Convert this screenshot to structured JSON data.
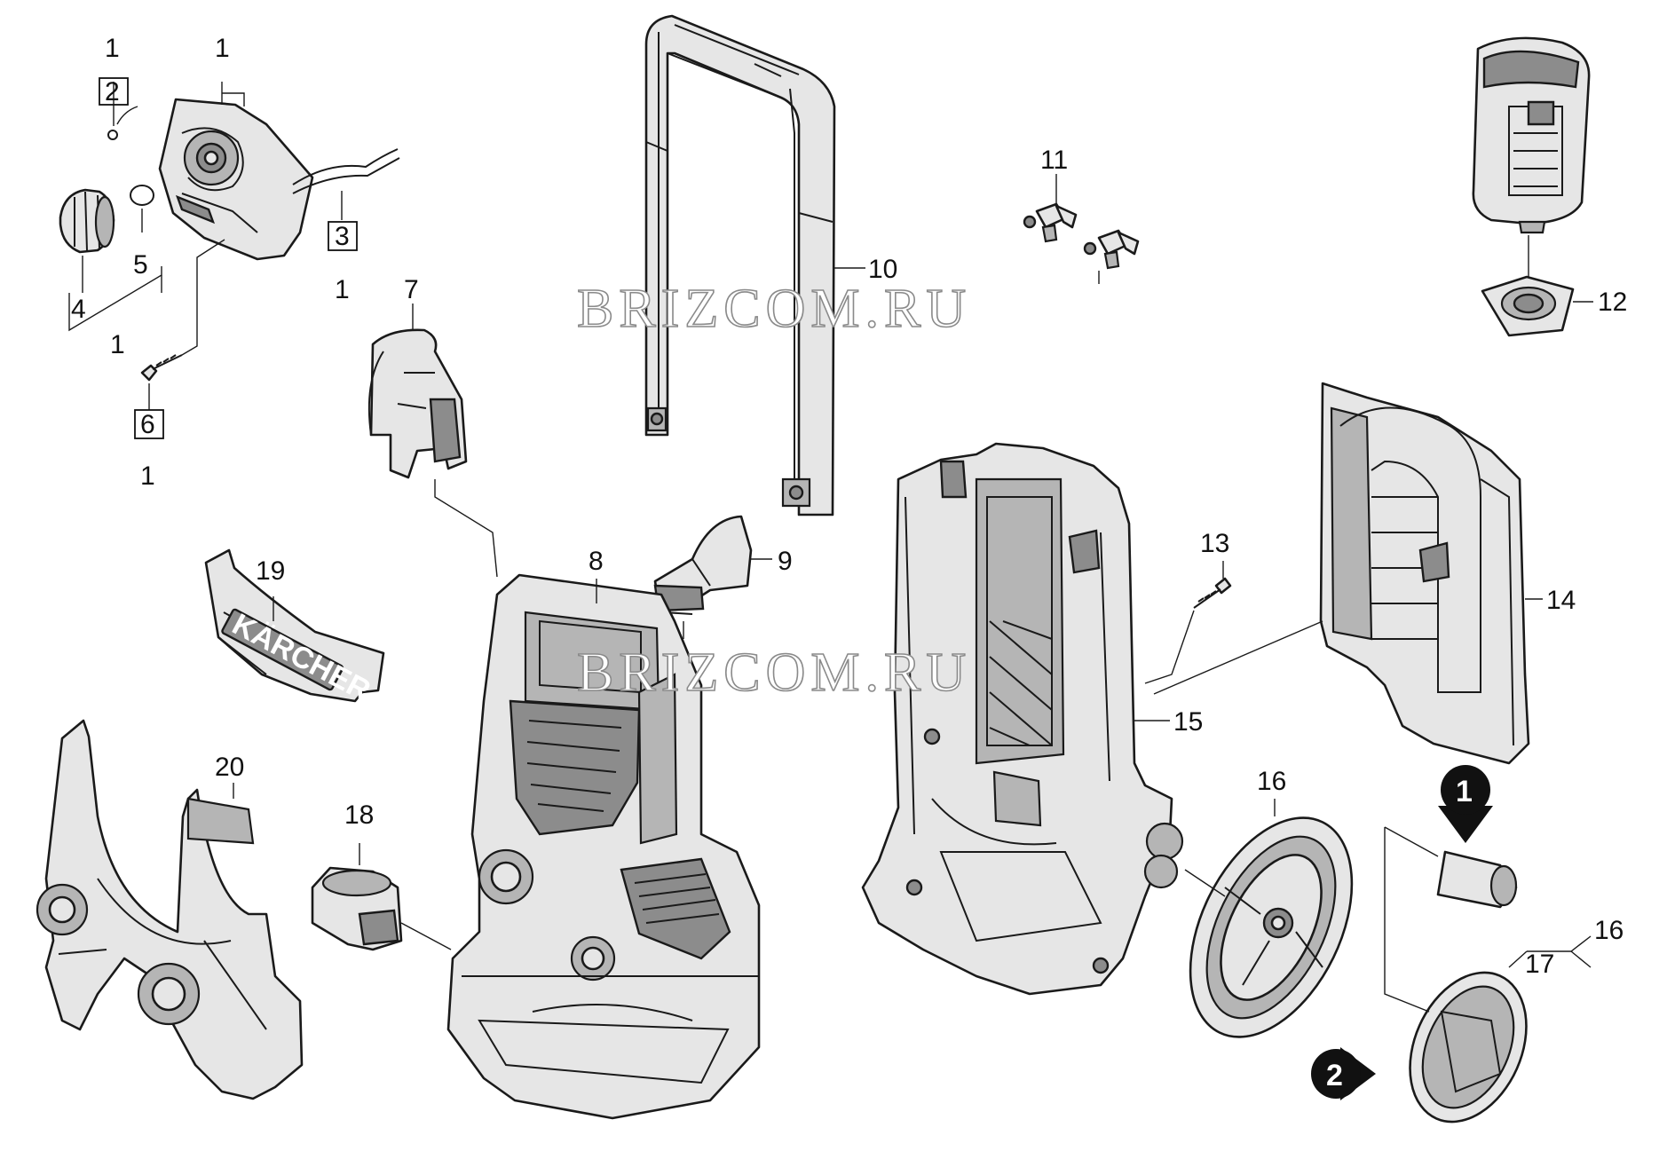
{
  "watermarks": [
    "BRIZCOM.RU",
    "BRIZCOM.RU"
  ],
  "parts": {
    "p1a": "1",
    "p1b": "1",
    "p2": "2",
    "p1c": "1",
    "p3": "3",
    "p4": "4",
    "p5": "5",
    "p1d": "1",
    "p6": "6",
    "p1e": "1",
    "p7": "7",
    "p8": "8",
    "p9": "9",
    "p10": "10",
    "p11": "11",
    "p12": "12",
    "p13": "13",
    "p14": "14",
    "p15": "15",
    "p16a": "16",
    "p16b": "16",
    "p17": "17",
    "p18": "18",
    "p19": "19",
    "p20": "20"
  },
  "logo_text": "KÄRCHER",
  "markers": {
    "m1": "1",
    "m2": "2"
  }
}
